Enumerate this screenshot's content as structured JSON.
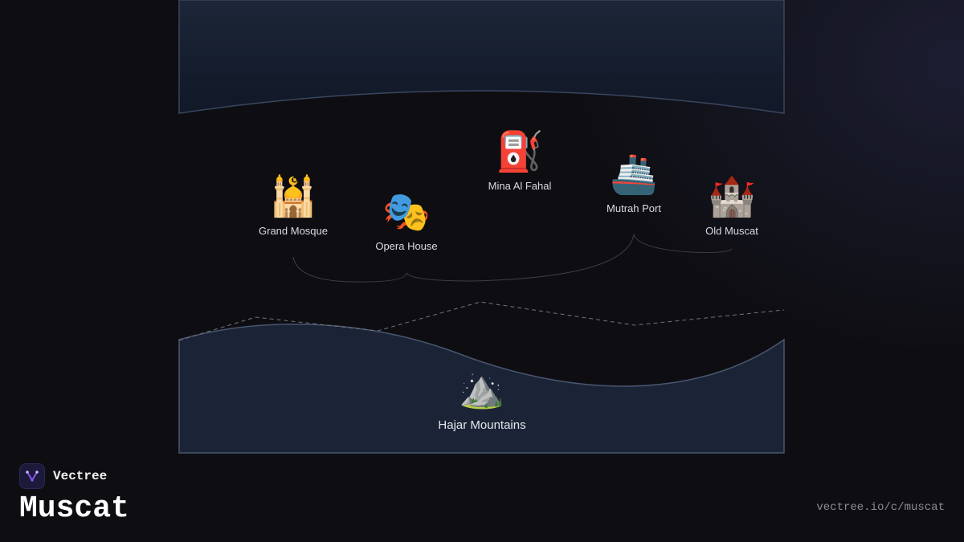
{
  "brand": {
    "name": "Vectree"
  },
  "city": {
    "name": "Muscat"
  },
  "url": "vectree.io/c/muscat",
  "landmarks": [
    {
      "label": "Grand Mosque",
      "icon": "🕌",
      "icon_name": "mosque-icon"
    },
    {
      "label": "Opera House",
      "icon": "🎭",
      "icon_name": "theater-masks-icon"
    },
    {
      "label": "Mina Al Fahal",
      "icon": "⛽",
      "icon_name": "fuel-pump-icon"
    },
    {
      "label": "Mutrah Port",
      "icon": "🚢",
      "icon_name": "ship-icon"
    },
    {
      "label": "Old Muscat",
      "icon": "🏰",
      "icon_name": "castle-icon"
    }
  ],
  "mountain": {
    "label": "Hajar Mountains",
    "icon": "⛰️",
    "icon_name": "mountain-icon"
  },
  "colors": {
    "background": "#0e0e12",
    "panel_fill": "#1b2436",
    "panel_stroke": "#4a5670",
    "text": "#d9dbe3",
    "accent": "#8b5cf6"
  }
}
